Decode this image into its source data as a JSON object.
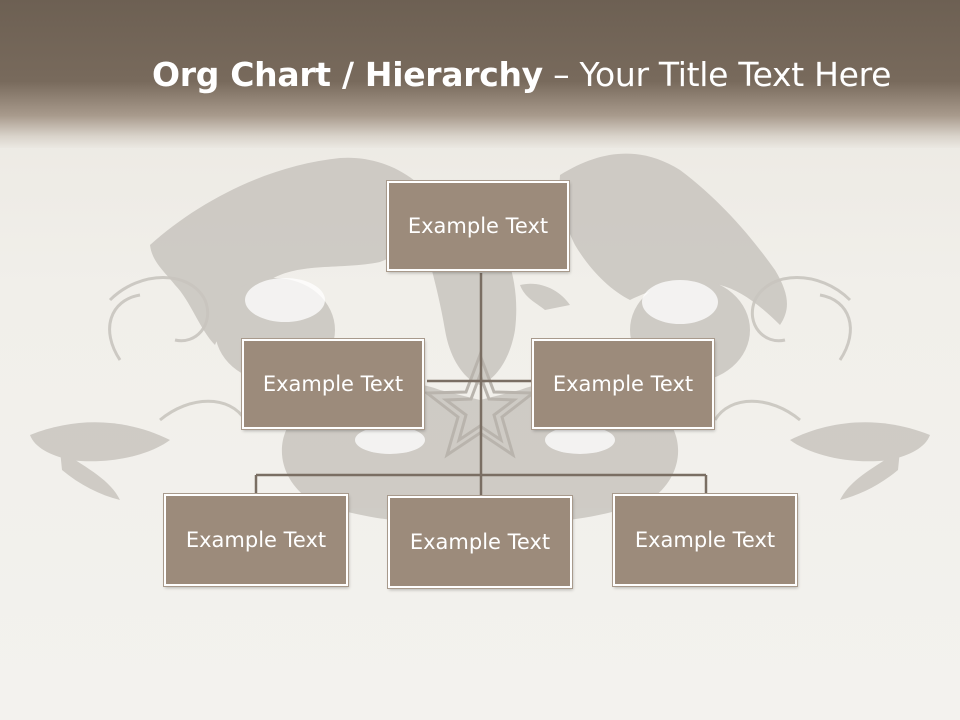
{
  "slide": {
    "title_bold": "Org Chart / Hierarchy",
    "title_dash": " – ",
    "title_light": "Your Title Text Here"
  },
  "org_chart": {
    "root": {
      "label": "Example Text"
    },
    "assistants": [
      {
        "label": "Example Text"
      },
      {
        "label": "Example Text"
      }
    ],
    "reports": [
      {
        "label": "Example Text"
      },
      {
        "label": "Example Text"
      },
      {
        "label": "Example Text"
      }
    ]
  },
  "colors": {
    "header": "#6d6053",
    "box_fill": "#9c8b7b",
    "box_border": "#ffffff",
    "connector": "#7a6e63",
    "background": "#f1efea",
    "watermark": "#c9c5bf"
  }
}
